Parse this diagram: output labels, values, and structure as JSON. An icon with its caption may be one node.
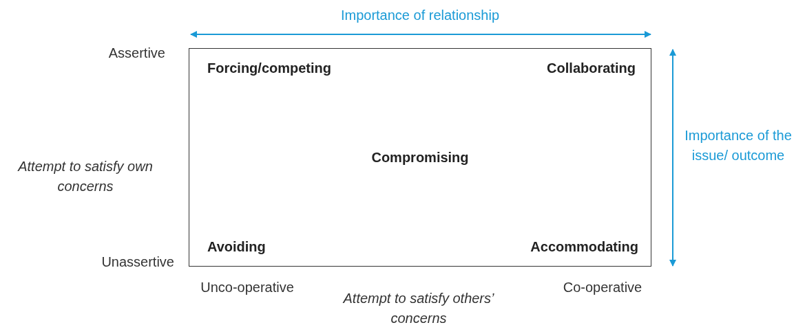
{
  "diagram": {
    "nodes": [
      {
        "text": [
          "Forcing/competing",
          "Collaborating",
          "Compromising",
          "Avoiding",
          "Accommodating"
        ]
      }
    ],
    "labels": [
      "Importance of relationship",
      "Assertive",
      "Importance of the issue/ outcome",
      "Attempt to satisfy own concerns",
      "Unassertive",
      "Unco-operative",
      "Co-operative",
      "Attempt to satisfy others’ concerns"
    ]
  }
}
